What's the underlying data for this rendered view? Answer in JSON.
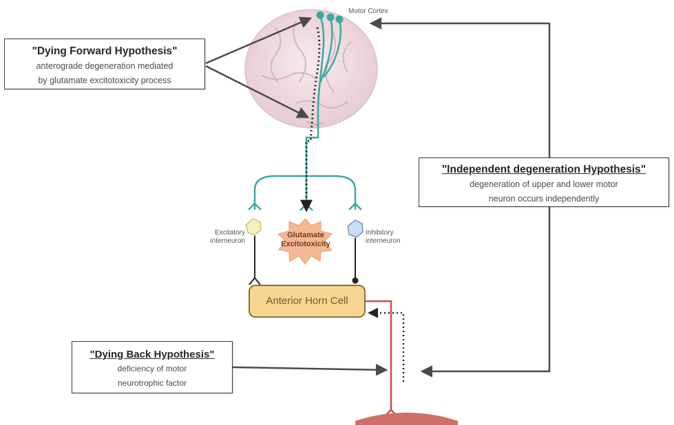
{
  "labels": {
    "motor_cortex": "Motor Cortex",
    "excitatory_line1": "Excitatory",
    "excitatory_line2": "interneuron",
    "inhibitory_line1": "Inhibitory",
    "inhibitory_line2": "interneuron",
    "glutamate_line1": "Glutamate",
    "glutamate_line2": "Excitotoxicity",
    "anterior_horn_cell": "Anterior Horn Cell"
  },
  "boxes": {
    "dying_forward": {
      "title": "\"Dying Forward Hypothesis\"",
      "line1": "anterograde degeneration mediated",
      "line2": "by glutamate excitotoxicity process"
    },
    "independent": {
      "title": "\"Independent degeneration Hypothesis\"",
      "line1": "degeneration of upper and lower motor",
      "line2": "neuron occurs independently"
    },
    "dying_back": {
      "title": "\"Dying Back Hypothesis\"",
      "line1": "deficiency of motor",
      "line2": "neurotrophic factor"
    }
  },
  "colors": {
    "neuron_teal": "#3aa9a0",
    "motor_red": "#cf4a4a",
    "muscle": "#cf7068",
    "arrow": "#4a4a4a",
    "horn_fill": "#f6d691",
    "excitatory_fill": "#f3f0c0",
    "inhibitory_fill": "#cbdcf2",
    "burst": "#f6b893"
  }
}
